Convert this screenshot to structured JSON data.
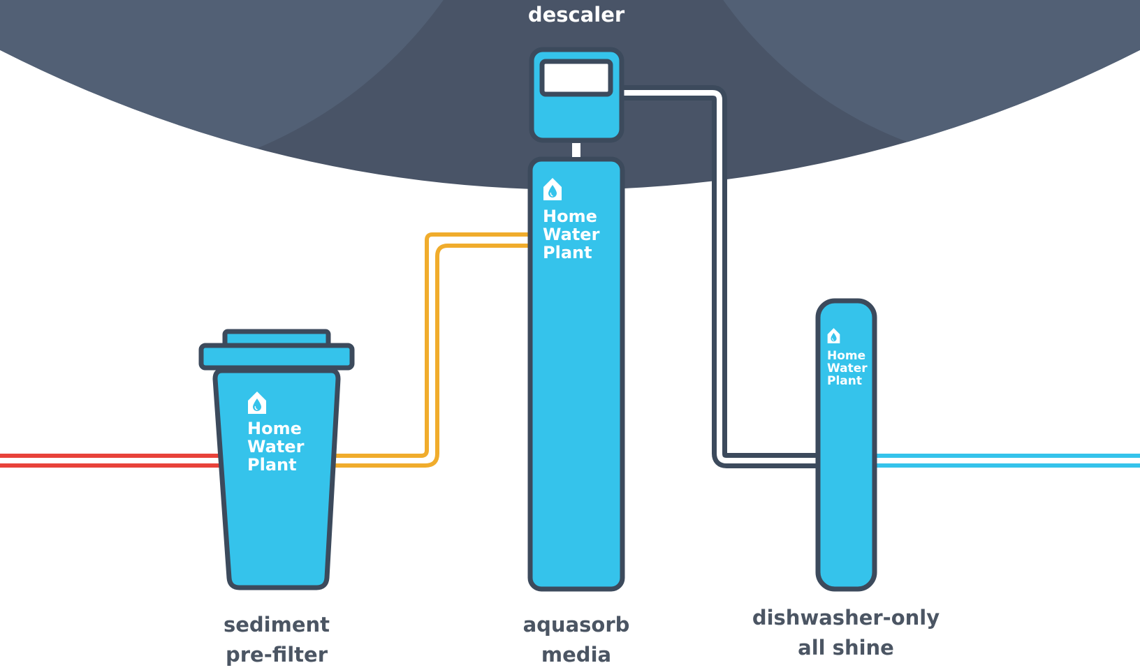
{
  "colors": {
    "dome": "#495467",
    "dome_highlight": "#526075",
    "tank": "#35c3eb",
    "outline": "#3c4a5c",
    "pipe_inlet": "#e8423a",
    "pipe_sediment_to_descaler": "#f0ac2c",
    "pipe_descaler_to_dishwasher": "#3c4a5c",
    "pipe_outlet": "#35c3eb",
    "caption": "#4b5563"
  },
  "brand": {
    "line1": "Home",
    "line2": "Water",
    "line3": "Plant",
    "icon": "house-water-drop-icon"
  },
  "header": {
    "title": "descaler"
  },
  "units": {
    "sediment": {
      "line1": "sediment",
      "line2": "pre-filter"
    },
    "aquasorb": {
      "line1": "aquasorb",
      "line2": "media"
    },
    "dishwasher": {
      "line1": "dishwasher-only",
      "line2": "all shine"
    }
  }
}
